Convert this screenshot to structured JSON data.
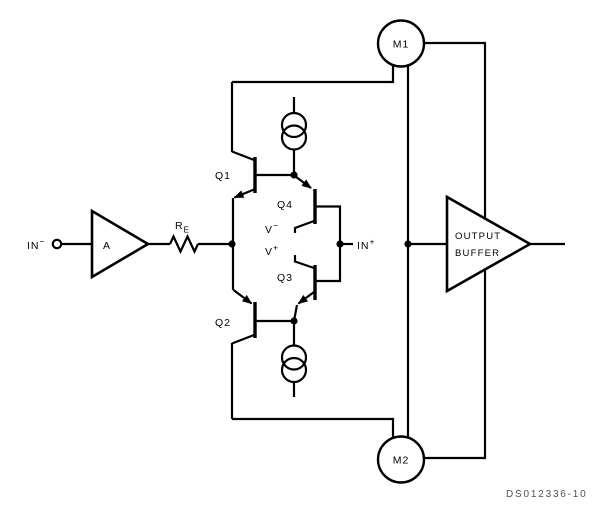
{
  "schematic": {
    "doc_id": "DS012336-10",
    "terminals": {
      "in_minus": {
        "text": "IN",
        "sup": "−"
      },
      "in_plus": {
        "text": "IN",
        "sup": "+"
      }
    },
    "supplies": {
      "v_minus": {
        "text": "V",
        "sup": "−"
      },
      "v_plus": {
        "text": "V",
        "sup": "+"
      }
    },
    "components": {
      "input_amp": "A",
      "resistor": {
        "text": "R",
        "sub": "E"
      },
      "q1": "Q1",
      "q2": "Q2",
      "q3": "Q3",
      "q4": "Q4",
      "m1": "M1",
      "m2": "M2",
      "output_buffer": {
        "line1": "OUTPUT",
        "line2": "BUFFER"
      }
    },
    "colors": {
      "ink": "#000000",
      "background": "#ffffff",
      "doc_id_text": "#50505c"
    }
  }
}
